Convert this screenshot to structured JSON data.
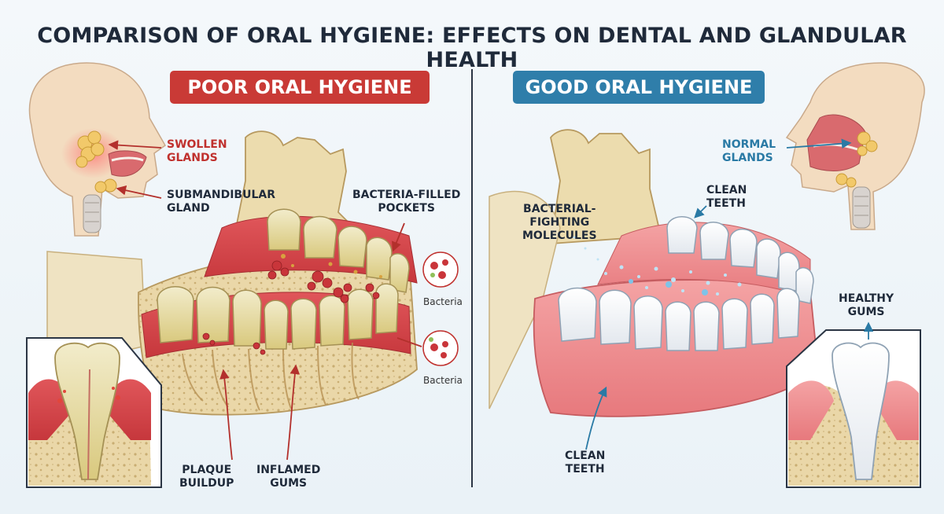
{
  "title": "COMPARISON OF ORAL HYGIENE: EFFECTS ON DENTAL AND GLANDULAR HEALTH",
  "poor": {
    "heading": "POOR ORAL HYGIENE",
    "swollen": "SWOLLEN\nGLANDS",
    "submandibular": "SUBMANDIBULAR\nGLAND",
    "pockets": "BACTERIA-FILLED\nPOCKETS",
    "bacteria_1": "Bacteria",
    "bacteria_2": "Bacteria",
    "plaque": "PLAQUE\nBUILDUP",
    "inflamed": "INFLAMED\nGUMS"
  },
  "good": {
    "heading": "GOOD ORAL HYGIENE",
    "normal": "NORMAL\nGLANDS",
    "clean_top": "CLEAN\nTEETH",
    "molecules": "BACTERIAL-\nFIGHTING\nMOLECULES",
    "healthy": "HEALTHY\nGUMS",
    "clean_bottom": "CLEAN\nTEETH"
  },
  "colors": {
    "poor_accent": "#c93a36",
    "good_accent": "#2f7eaa",
    "gum_red": "#d9464a",
    "gum_pink": "#ef8f92",
    "bone": "#e9d6a6",
    "tooth_white": "#ffffff",
    "tooth_yellow": "#e9dfa2"
  }
}
